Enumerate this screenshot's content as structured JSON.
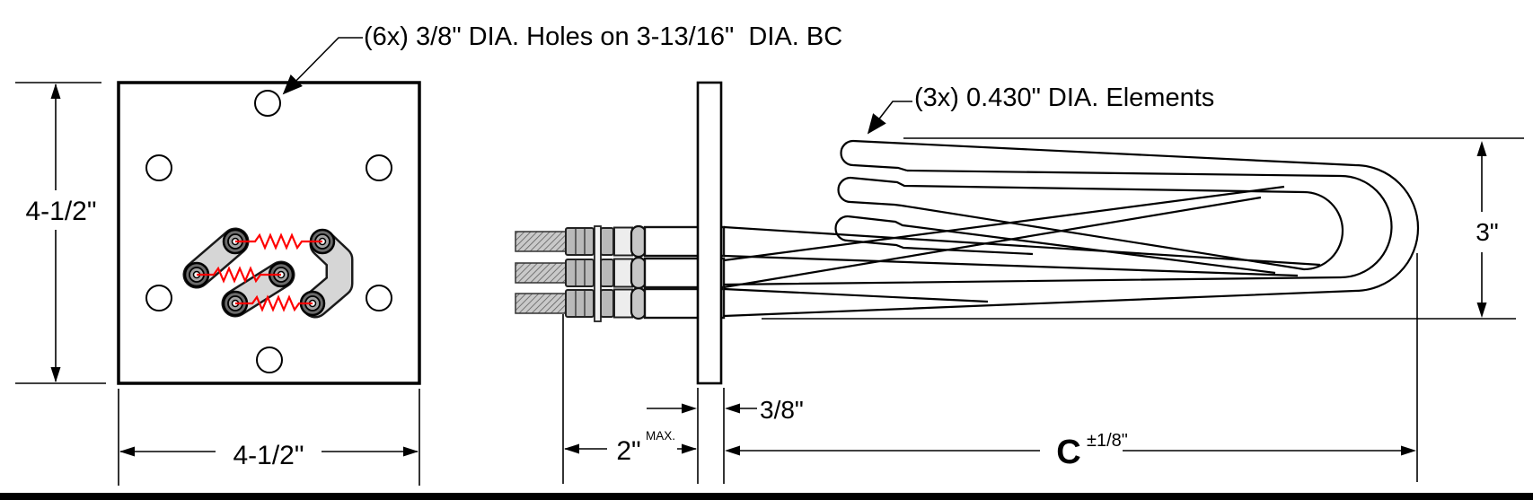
{
  "drawing": {
    "title_hint": "flanged immersion heater drawing",
    "colors": {
      "line": "#000000",
      "resistor": "#ff0000",
      "jumper_fill": "#d6d6d6",
      "nut_fill": "#b9b9b9",
      "post_outer": "#6b6b6b",
      "post_mid": "#a3a3a3",
      "background": "#ffffff"
    },
    "notes": {
      "holes": "(6x) 3/8\" DIA. Holes on 3-13/16\"  DIA. BC",
      "elements": "(3x) 0.430\" DIA. Elements"
    },
    "front_view": {
      "height_dim": "4-1/2\"",
      "width_dim": "4-1/2\""
    },
    "side_view": {
      "bend_height_dim": "3\"",
      "flange_thickness_dim": "3/8\"",
      "terminal_projection_dim": "2\"",
      "terminal_projection_qualifier": "MAX.",
      "immersion_length_dim": "C",
      "immersion_length_tolerance": "±1/8\""
    }
  }
}
